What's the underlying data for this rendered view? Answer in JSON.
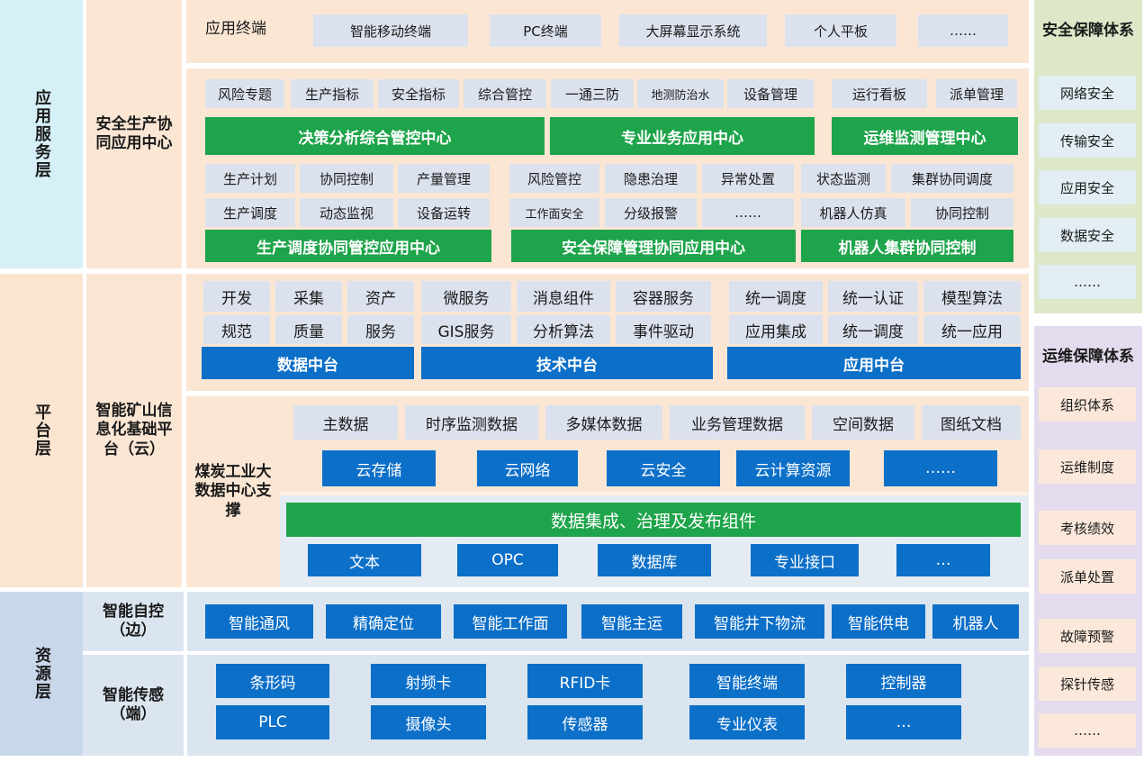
{
  "layers": {
    "app": "应用服务层",
    "platform": "平台层",
    "resource": "资源层"
  },
  "app_center": "安全生产协同应用中心",
  "terminal": {
    "label": "应用终端",
    "items": [
      "智能移动终端",
      "PC终端",
      "大屏幕显示系统",
      "个人平板",
      "……"
    ]
  },
  "app_rows": {
    "top_items": [
      "风险专题",
      "生产指标",
      "安全指标",
      "综合管控",
      "一通三防",
      "地测防治水",
      "设备管理",
      "运行看板",
      "派单管理"
    ],
    "centers1": [
      "决策分析综合管控中心",
      "专业业务应用中心",
      "运维监测管理中心"
    ],
    "row3": [
      "生产计划",
      "协同控制",
      "产量管理",
      "风险管控",
      "隐患治理",
      "异常处置",
      "状态监测",
      "集群协同调度"
    ],
    "row4": [
      "生产调度",
      "动态监视",
      "设备运转",
      "工作面安全",
      "分级报警",
      "……",
      "机器人仿真",
      "协同控制"
    ],
    "centers2": [
      "生产调度协同管控应用中心",
      "安全保障管理协同应用中心",
      "机器人集群协同控制"
    ]
  },
  "platform_label": "智能矿山信息化基础平台（云）",
  "midplatform": {
    "row1": [
      "开发",
      "采集",
      "资产",
      "微服务",
      "消息组件",
      "容器服务",
      "统一调度",
      "统一认证",
      "模型算法"
    ],
    "row2": [
      "规范",
      "质量",
      "服务",
      "GIS服务",
      "分析算法",
      "事件驱动",
      "应用集成",
      "统一调度",
      "统一应用"
    ],
    "centers": [
      "数据中台",
      "技术中台",
      "应用中台"
    ]
  },
  "bigdata": {
    "label": "煤炭工业大数据中心支撑",
    "data_row": [
      "主数据",
      "时序监测数据",
      "多媒体数据",
      "业务管理数据",
      "空间数据",
      "图纸文档"
    ],
    "cloud_row": [
      "云存储",
      "云网络",
      "云安全",
      "云计算资源",
      "……"
    ],
    "integration": "数据集成、治理及发布组件",
    "source_row": [
      "文本",
      "OPC",
      "数据库",
      "专业接口",
      "…"
    ]
  },
  "edge": {
    "label": "智能自控（边）",
    "items": [
      "智能通风",
      "精确定位",
      "智能工作面",
      "智能主运",
      "智能井下物流",
      "智能供电",
      "机器人"
    ]
  },
  "sensing": {
    "label": "智能传感（端）",
    "row1": [
      "条形码",
      "射频卡",
      "RFID卡",
      "智能终端",
      "控制器"
    ],
    "row2": [
      "PLC",
      "摄像头",
      "传感器",
      "专业仪表",
      "…"
    ]
  },
  "security": {
    "title": "安全保障体系",
    "items": [
      "网络安全",
      "传输安全",
      "应用安全",
      "数据安全",
      "……"
    ]
  },
  "ops": {
    "title": "运维保障体系",
    "items": [
      "组织体系",
      "运维制度",
      "考核绩效",
      "派单处置",
      "故障预警",
      "探针传感",
      "……"
    ]
  }
}
